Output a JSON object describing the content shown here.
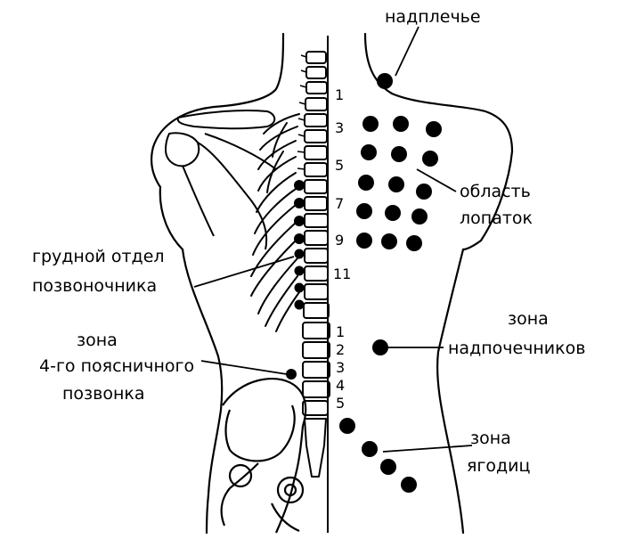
{
  "labels": {
    "shoulder": "надплечье",
    "scapula_line1": "область",
    "scapula_line2": "лопаток",
    "thoracic_line1": "грудной отдел",
    "thoracic_line2": "позвоночника",
    "lumbar_line1": "зона",
    "lumbar_line2": "4-го поясничного",
    "lumbar_line3": "позвонка",
    "adrenal_line1": "зона",
    "adrenal_line2": "надпочечников",
    "buttock_line1": "зона",
    "buttock_line2": "ягодиц"
  },
  "thoracic_numbers": [
    "1",
    "3",
    "5",
    "7",
    "9",
    "11"
  ],
  "lumbar_numbers": [
    "1",
    "2",
    "3",
    "4",
    "5"
  ],
  "colors": {
    "ink": "#000000",
    "background": "#ffffff"
  }
}
